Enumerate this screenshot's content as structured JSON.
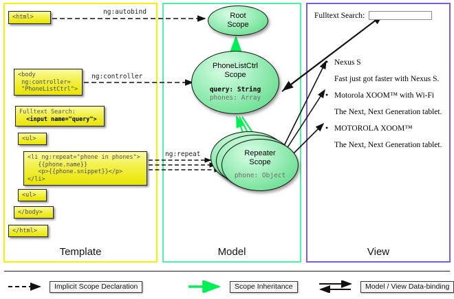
{
  "panels": {
    "template": {
      "label": "Template",
      "border_color": "#f5f000"
    },
    "model": {
      "label": "Model",
      "border_color": "#4ff0a8"
    },
    "view": {
      "label": "View",
      "border_color": "#7a5ce8"
    }
  },
  "template_boxes": {
    "html_open": "<html>",
    "body_open": "<body\n ng:controller=\n \"PhoneListCtrl\">",
    "search_label": "Fulltext Search:",
    "search_input": "  <input name=\"query\">",
    "ul_open": "<ul>",
    "li_block": "<li ng:repeat=\"phone in phones\">\n   {{phone.name}}\n   <p>{{phone.snippet}}</p>\n</li>",
    "ul_close": "<ul>",
    "body_close": "</body>",
    "html_close": "</html>"
  },
  "edge_labels": {
    "autobind": "ng:autobind",
    "controller": "ng:controller",
    "repeat": "ng:repeat"
  },
  "scopes": {
    "root": {
      "title_line1": "Root",
      "title_line2": "Scope"
    },
    "ctrl": {
      "title_line1": "PhoneListCtrl",
      "title_line2": "Scope",
      "prop1": "query: String",
      "prop2": "phones: Array"
    },
    "repeater": {
      "title_line1": "Repeater",
      "title_line2": "Scope",
      "prop1": "phone: Object"
    }
  },
  "view": {
    "search_label": "Fulltext Search:",
    "search_value": "",
    "search_placeholder": "",
    "items": [
      {
        "name": "Nexus S",
        "snippet": "Fast just got faster with Nexus S."
      },
      {
        "name": "Motorola XOOM™  with Wi-Fi",
        "snippet": "The Next, Next Generation tablet."
      },
      {
        "name": "MOTOROLA XOOM™",
        "snippet": "The Next, Next Generation tablet."
      }
    ]
  },
  "legend": {
    "implicit": "Implicit Scope Declaration",
    "inheritance": "Scope Inheritance",
    "databinding": "Model / View Data-binding"
  },
  "colors": {
    "scope_green": "#79e39d",
    "inherit_arrow": "#00ee55",
    "code_yellow": "#f2f046"
  }
}
